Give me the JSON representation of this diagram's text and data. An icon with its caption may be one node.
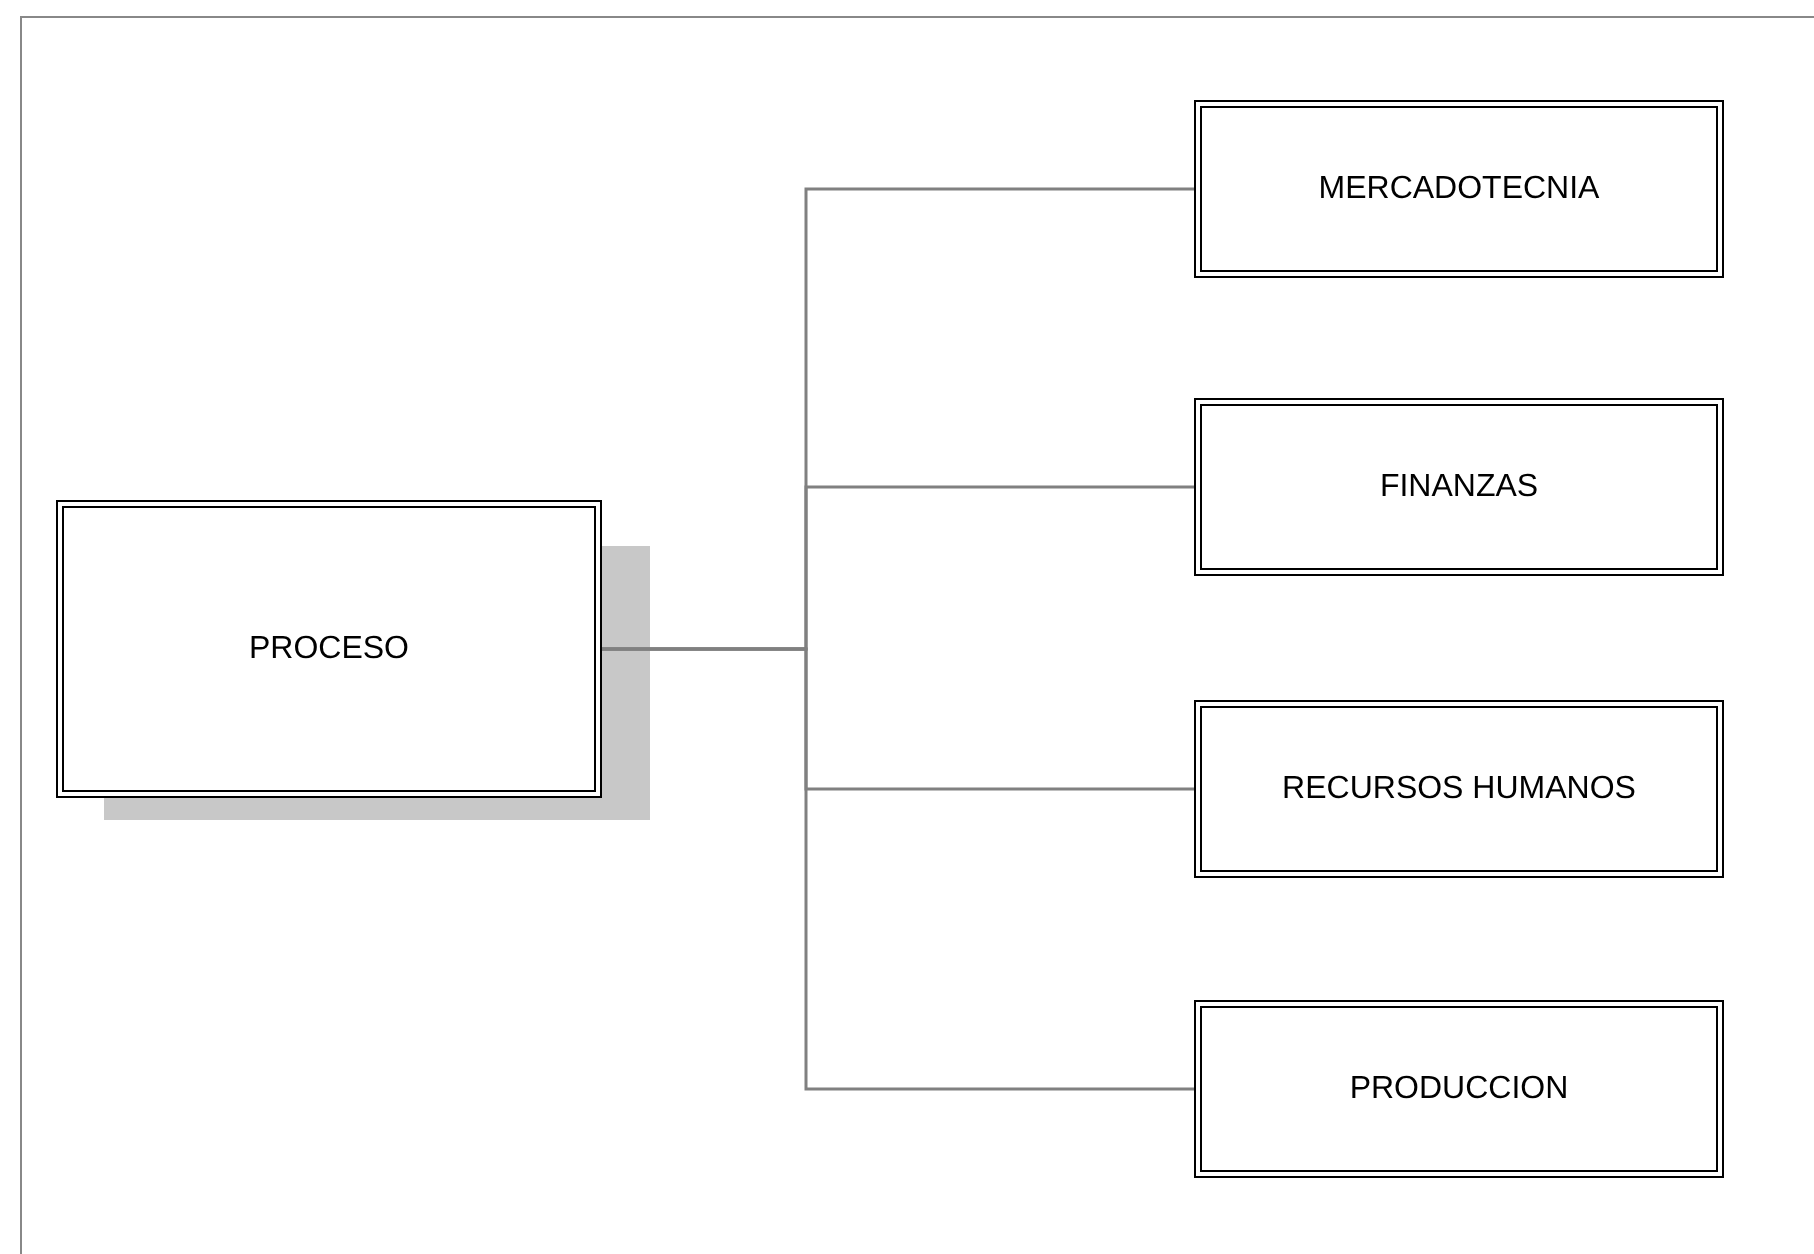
{
  "diagram": {
    "nodes": [
      {
        "text": [
          "PROCESO"
        ]
      },
      {
        "text": [
          "MERCADOTECNIA"
        ]
      },
      {
        "text": [
          "FINANZAS"
        ]
      },
      {
        "text": [
          "RECURSOS HUMANOS"
        ]
      },
      {
        "text": [
          "PRODUCCION"
        ]
      }
    ],
    "edges": [
      {
        "from": 0,
        "to": 1,
        "arrow": "none"
      },
      {
        "from": 0,
        "to": 2,
        "arrow": "none"
      },
      {
        "from": 0,
        "to": 3,
        "arrow": "none"
      },
      {
        "from": 0,
        "to": 4,
        "arrow": "none"
      }
    ]
  }
}
